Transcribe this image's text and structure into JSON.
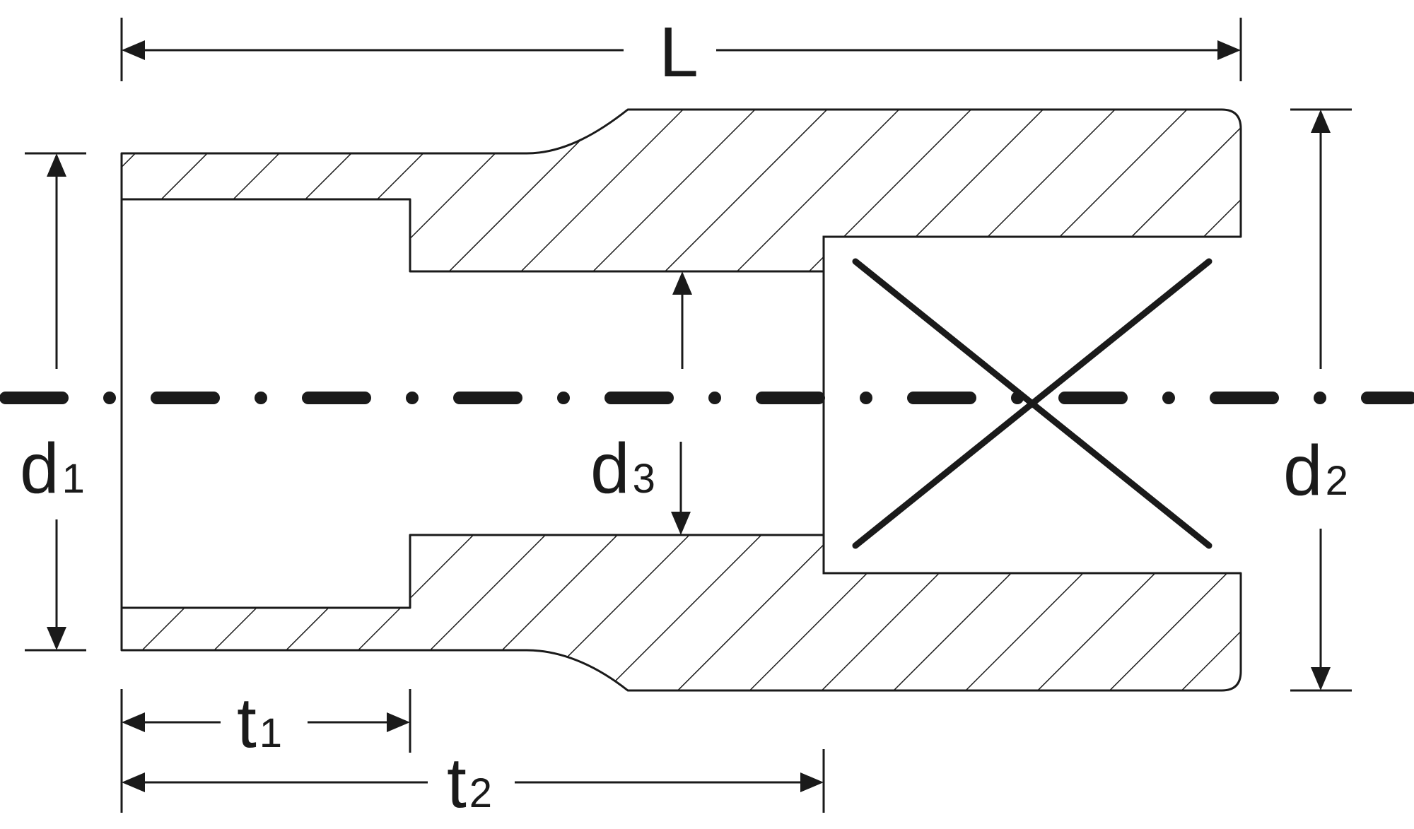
{
  "labels": {
    "L": "L",
    "d1": {
      "main": "d",
      "sub": "1"
    },
    "d2": {
      "main": "d",
      "sub": "2"
    },
    "d3": {
      "main": "d",
      "sub": "3"
    },
    "t1": {
      "main": "t",
      "sub": "1"
    },
    "t2": {
      "main": "t",
      "sub": "2"
    }
  },
  "colors": {
    "line": "#1a1a1a",
    "background": "#ffffff"
  }
}
